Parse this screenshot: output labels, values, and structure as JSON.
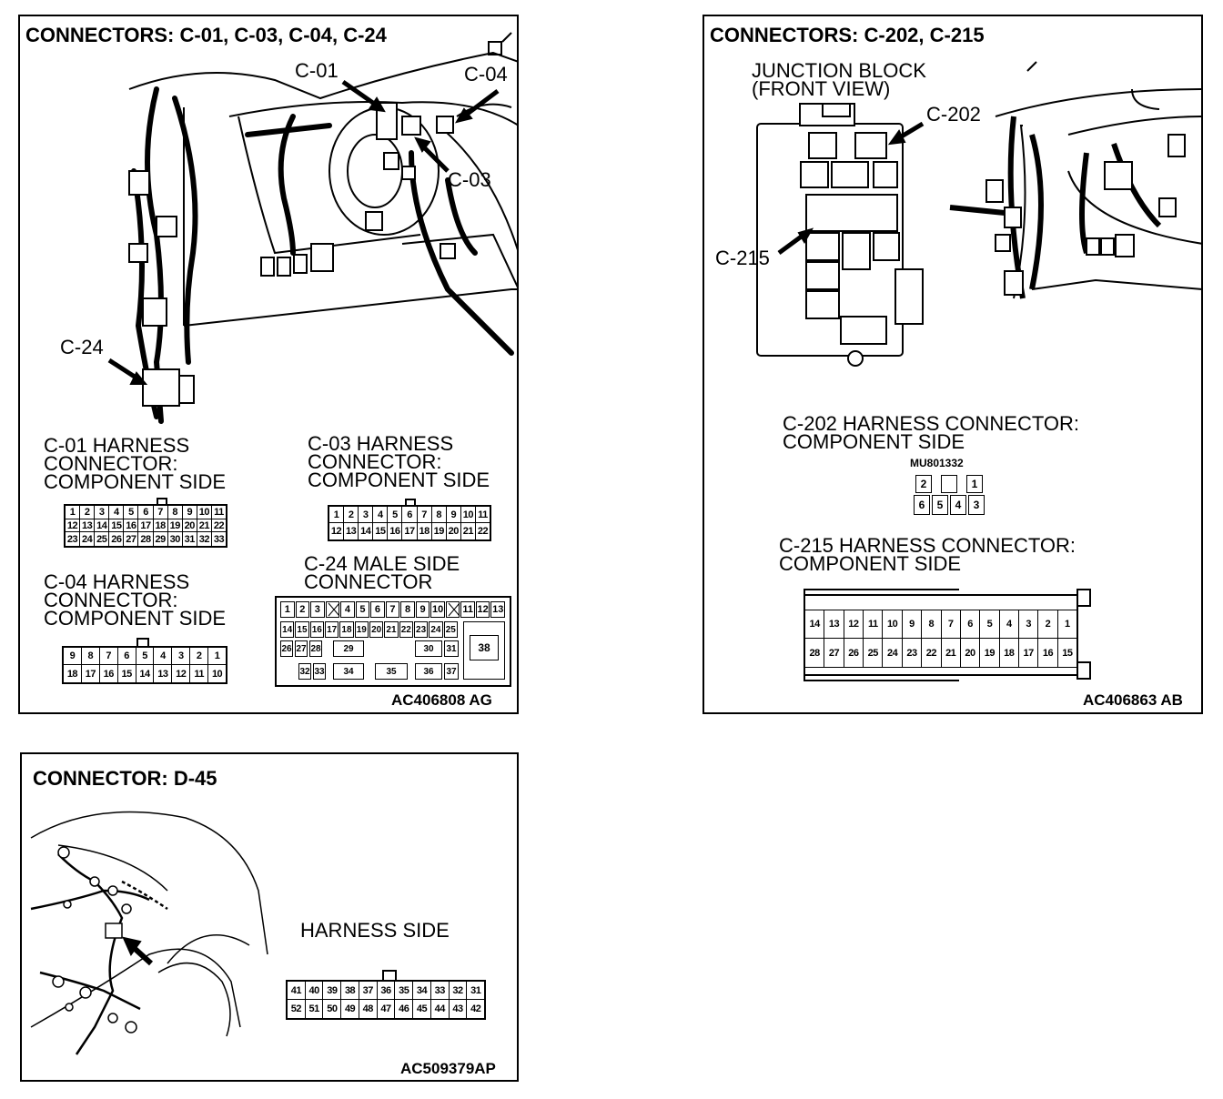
{
  "panel1": {
    "title": "CONNECTORS: C-01, C-03, C-04, C-24",
    "callouts": {
      "c01": "C-01",
      "c04": "C-04",
      "c03": "C-03",
      "c24": "C-24"
    },
    "c01": {
      "label": [
        "C-01 HARNESS",
        "CONNECTOR:",
        "COMPONENT SIDE"
      ],
      "rows": [
        [
          "1",
          "2",
          "3",
          "4",
          "5",
          "6",
          "7",
          "8",
          "9",
          "10",
          "11"
        ],
        [
          "12",
          "13",
          "14",
          "15",
          "16",
          "17",
          "18",
          "19",
          "20",
          "21",
          "22"
        ],
        [
          "23",
          "24",
          "25",
          "26",
          "27",
          "28",
          "29",
          "30",
          "31",
          "32",
          "33"
        ]
      ]
    },
    "c03": {
      "label": [
        "C-03 HARNESS",
        "CONNECTOR:",
        "COMPONENT SIDE"
      ],
      "rows": [
        [
          "1",
          "2",
          "3",
          "4",
          "5",
          "6",
          "7",
          "8",
          "9",
          "10",
          "11"
        ],
        [
          "12",
          "13",
          "14",
          "15",
          "16",
          "17",
          "18",
          "19",
          "20",
          "21",
          "22"
        ]
      ]
    },
    "c04": {
      "label": [
        "C-04 HARNESS",
        "CONNECTOR:",
        "COMPONENT SIDE"
      ],
      "rows": [
        [
          "9",
          "8",
          "7",
          "6",
          "5",
          "4",
          "3",
          "2",
          "1"
        ],
        [
          "18",
          "17",
          "16",
          "15",
          "14",
          "13",
          "12",
          "11",
          "10"
        ]
      ]
    },
    "c24": {
      "label": [
        "C-24 MALE SIDE",
        "CONNECTOR"
      ],
      "row1": [
        "1",
        "2",
        "3",
        "",
        "4",
        "5",
        "6",
        "7",
        "8",
        "9",
        "10",
        "",
        "11",
        "12",
        "13"
      ],
      "row2": [
        "14",
        "15",
        "16",
        "17",
        "18",
        "19",
        "20",
        "21",
        "22",
        "23",
        "24",
        "25"
      ],
      "row3": [
        "26",
        "27",
        "28",
        "29",
        "30",
        "31"
      ],
      "row4": [
        "32",
        "33",
        "34",
        "35",
        "36",
        "37"
      ],
      "big": "38"
    },
    "code": "AC406808 AG"
  },
  "panel2": {
    "title": "CONNECTORS: C-202, C-215",
    "jb_label": [
      "JUNCTION BLOCK",
      "(FRONT VIEW)"
    ],
    "callouts": {
      "c202": "C-202",
      "c215": "C-215"
    },
    "c202": {
      "label": [
        "C-202 HARNESS CONNECTOR:",
        "COMPONENT SIDE"
      ],
      "part": "MU801332",
      "top": [
        "2",
        "",
        "1"
      ],
      "bottom": [
        "6",
        "5",
        "4",
        "3"
      ]
    },
    "c215": {
      "label": [
        "C-215 HARNESS CONNECTOR:",
        "COMPONENT SIDE"
      ],
      "rows": [
        [
          "14",
          "13",
          "12",
          "11",
          "10",
          "9",
          "8",
          "7",
          "6",
          "5",
          "4",
          "3",
          "2",
          "1"
        ],
        [
          "28",
          "27",
          "26",
          "25",
          "24",
          "23",
          "22",
          "21",
          "20",
          "19",
          "18",
          "17",
          "16",
          "15"
        ]
      ]
    },
    "code": "AC406863 AB"
  },
  "panel3": {
    "title": "CONNECTOR: D-45",
    "label": "HARNESS SIDE",
    "rows": [
      [
        "41",
        "40",
        "39",
        "38",
        "37",
        "36",
        "35",
        "34",
        "33",
        "32",
        "31"
      ],
      [
        "52",
        "51",
        "50",
        "49",
        "48",
        "47",
        "46",
        "45",
        "44",
        "43",
        "42"
      ]
    ],
    "code": "AC509379AP"
  }
}
